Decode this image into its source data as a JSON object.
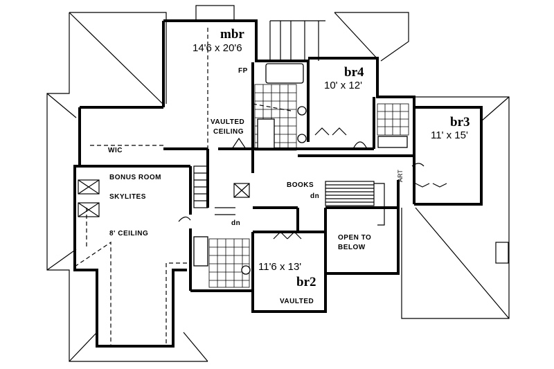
{
  "rooms": {
    "mbr": {
      "name": "mbr",
      "size": "14'6 x 20'6"
    },
    "br4": {
      "name": "br4",
      "size": "10' x 12'"
    },
    "br3": {
      "name": "br3",
      "size": "11' x 15'"
    },
    "br2": {
      "name": "br2",
      "size": "11'6 x 13'",
      "note": "VAULTED"
    },
    "wic": "WIC",
    "bonus": {
      "title": "BONUS ROOM",
      "skylites": "SKYLITES",
      "ceiling": "8'  CEILING"
    },
    "open_below": {
      "line1": "OPEN TO",
      "line2": "BELOW"
    }
  },
  "annotations": {
    "fp": "FP",
    "vaulted_ceiling_1": "VAULTED",
    "vaulted_ceiling_2": "CEILING",
    "books": "BOOKS",
    "dn_right": "dn",
    "dn_left": "dn",
    "art": "ART"
  }
}
